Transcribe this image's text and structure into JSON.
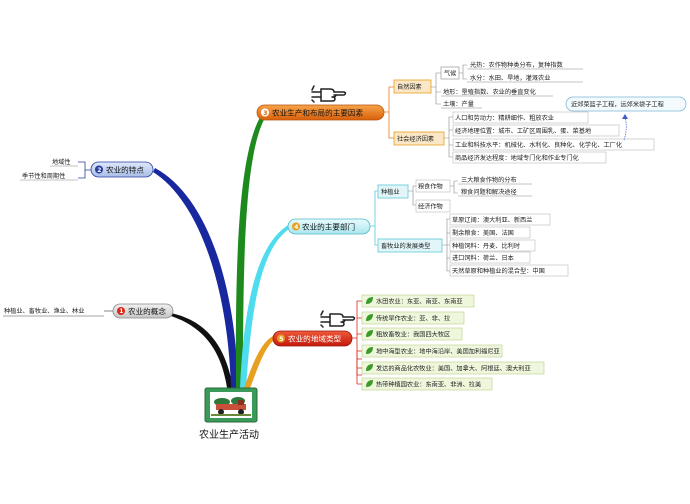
{
  "root": {
    "label": "农业生产活动"
  },
  "b1": {
    "num": "1",
    "title": "农业的概念",
    "items": [
      "种植业、畜牧业、渔业、林业"
    ]
  },
  "b2": {
    "num": "2",
    "title": "农业的特点",
    "items": [
      "地域性",
      "季节性和周期性"
    ]
  },
  "b3": {
    "num": "3",
    "title": "农业生产和布局的主要因素",
    "natural": {
      "label": "自然因素",
      "climate": {
        "label": "气候",
        "items": [
          "光热：农作物种类分布，复种指数",
          "水分：水田、旱地，灌溉农业"
        ]
      },
      "items": [
        "地形：垦殖指数、农业的垂直变化",
        "土壤：产量"
      ]
    },
    "social": {
      "label": "社会经济因素",
      "items": [
        "人口和劳动力：精耕细作、粗放农业",
        "经济地理位置：城市、工矿区周围乳、蛋、菜基地",
        "工业和科技水平：机械化、水利化、良种化、化学化、工厂化",
        "商品经济发达程度：地域专门化和作业专门化"
      ]
    },
    "callout": "近郊菜篮子工程，远郊米袋子工程"
  },
  "b4": {
    "num": "4",
    "title": "农业的主要部门",
    "planting": {
      "label": "种植业",
      "grain": {
        "label": "粮食作物",
        "items": [
          "三大粮食作物的分布",
          "粮食问题和解决途径"
        ]
      },
      "cash": "经济作物"
    },
    "husbandry": {
      "label": "畜牧业的发展类型",
      "items": [
        "草原辽阔：澳大利亚、新西兰",
        "剩余粮食：美国、法国",
        "种植饲料：丹麦、比利时",
        "进口饲料：荷兰、日本",
        "天然草原和种植业的混合型：中国"
      ]
    }
  },
  "b5": {
    "num": "5",
    "title": "农业的地域类型",
    "items": [
      "水田农业：东亚、南亚、东南亚",
      "传统旱作农业：亚、非、拉",
      "粗放畜牧业：我国四大牧区",
      "地中海型农业：地中海沿岸、美国加利福尼亚",
      "发达的商品化农牧业：美国、加拿大、阿根廷、澳大利亚",
      "热带种植园农业：东南亚、非洲、拉美"
    ]
  },
  "colors": {
    "b1": "#8a8a8a",
    "b2": "#2a3d9e",
    "b3": "#e8781a",
    "b4": "#5fc8d8",
    "b5": "#d82a1a",
    "branch_root1": "#111111",
    "branch_root2": "#1a28a0",
    "branch_root3": "#1e8a1e",
    "branch_root4": "#4fdcee",
    "branch_root5": "#e8a020",
    "box_fill": "#eef7dc",
    "box_stroke": "#b9cf89",
    "leaf_icon": "#3a9a2a"
  },
  "icons": [
    "pointing-hand-icon",
    "tractor-icon",
    "leaf-icon"
  ]
}
